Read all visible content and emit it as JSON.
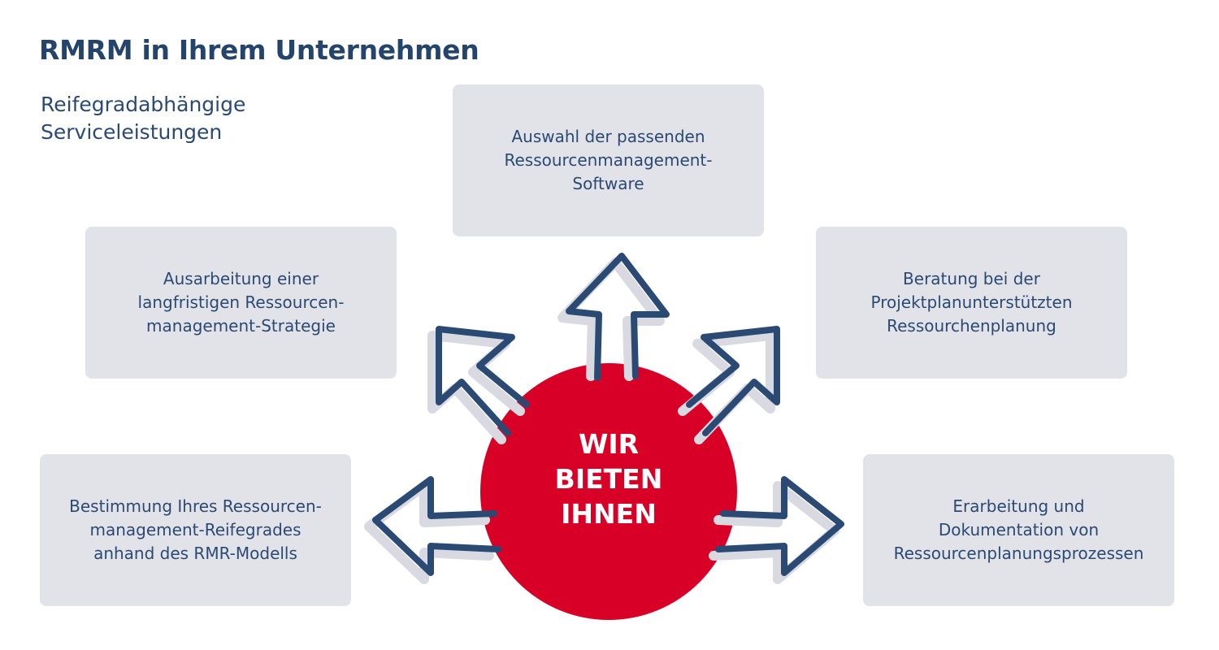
{
  "header": {
    "title": "RMRM in Ihrem Unternehmen",
    "subtitle_lines": [
      "Reifegradabhängige",
      "Serviceleistungen"
    ]
  },
  "center": {
    "lines": [
      "WIR",
      "BIETEN",
      "IHNEN"
    ],
    "color": "#d80027"
  },
  "boxes": [
    {
      "lines": [
        "Auswahl der passenden",
        "Ressourcenmanagement-",
        "Software"
      ]
    },
    {
      "lines": [
        "Ausarbeitung einer",
        "langfristigen Ressourcen-",
        "management-Strategie"
      ]
    },
    {
      "lines": [
        "Beratung bei der",
        "Projektplanunterstützten",
        "Ressourchenplanung"
      ]
    },
    {
      "lines": [
        "Bestimmung Ihres Ressourcen-",
        "management-Reifegrades",
        "anhand des RMR-Modells"
      ]
    },
    {
      "lines": [
        "Erarbeitung und",
        "Dokumentation von",
        "Ressourcenplanungsprozessen"
      ]
    }
  ],
  "colors": {
    "box": "#e2e2e9",
    "arrow": "#2b4a73",
    "arrow_shadow": "#d9d9e1"
  }
}
